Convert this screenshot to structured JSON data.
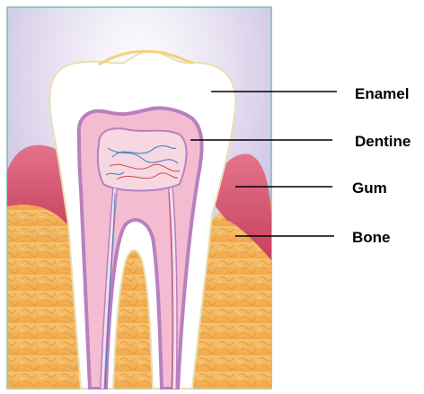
{
  "diagram": {
    "labels": {
      "enamel": "Enamel",
      "dentine": "Dentine",
      "gum": "Gum",
      "bone": "Bone"
    },
    "parts": [
      {
        "id": "enamel",
        "color": "#fbfbfd"
      },
      {
        "id": "dentine",
        "color": "#f2b6cb"
      },
      {
        "id": "pulp",
        "color": "#f0c4d4"
      },
      {
        "id": "gum",
        "color": "#d9526f"
      },
      {
        "id": "bone",
        "color": "#f4b55c"
      },
      {
        "id": "background",
        "color": "#cfc6e6"
      },
      {
        "id": "root-canal-lining",
        "color": "#b87fc1"
      }
    ]
  }
}
